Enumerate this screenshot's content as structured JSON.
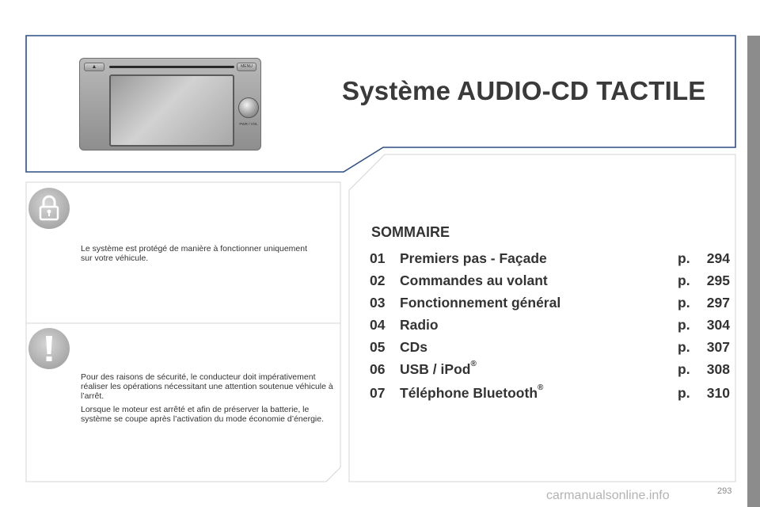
{
  "colors": {
    "frame_blue": "#2d4f86",
    "side_bar": "#8c8c8c",
    "divider": "#d4d4d4"
  },
  "head_unit": {
    "eject_label": "▲",
    "menu_label": "MENU",
    "knob_label": "PWR / VOL"
  },
  "title": "Système AUDIO-CD TACTILE",
  "notes": [
    {
      "icon": "lock-icon",
      "paragraphs": [
        "Le système est protégé de manière à fonctionner uniquement sur votre véhicule."
      ]
    },
    {
      "icon": "warning-icon",
      "paragraphs": [
        "Pour des raisons de sécurité, le conducteur doit impérativement réaliser les opérations nécessitant une attention soutenue véhicule à l’arrêt.",
        "Lorsque le moteur est arrêté et afin de préserver la batterie, le système se coupe après l’activation du mode économie d’énergie."
      ]
    }
  ],
  "sommaire": {
    "heading": "SOMMAIRE",
    "page_prefix": "p.",
    "items": [
      {
        "num": "01",
        "title": "Premiers pas - Façade",
        "sup": "",
        "page": "294"
      },
      {
        "num": "02",
        "title": "Commandes au volant",
        "sup": "",
        "page": "295"
      },
      {
        "num": "03",
        "title": "Fonctionnement général",
        "sup": "",
        "page": "297"
      },
      {
        "num": "04",
        "title": "Radio",
        "sup": "",
        "page": "304"
      },
      {
        "num": "05",
        "title": "CDs",
        "sup": "",
        "page": "307"
      },
      {
        "num": "06",
        "title": "USB / iPod",
        "sup": "®",
        "page": "308"
      },
      {
        "num": "07",
        "title": "Téléphone Bluetooth",
        "sup": "®",
        "page": "310"
      }
    ]
  },
  "page_number": "293",
  "watermark": "carmanualsonline.info"
}
